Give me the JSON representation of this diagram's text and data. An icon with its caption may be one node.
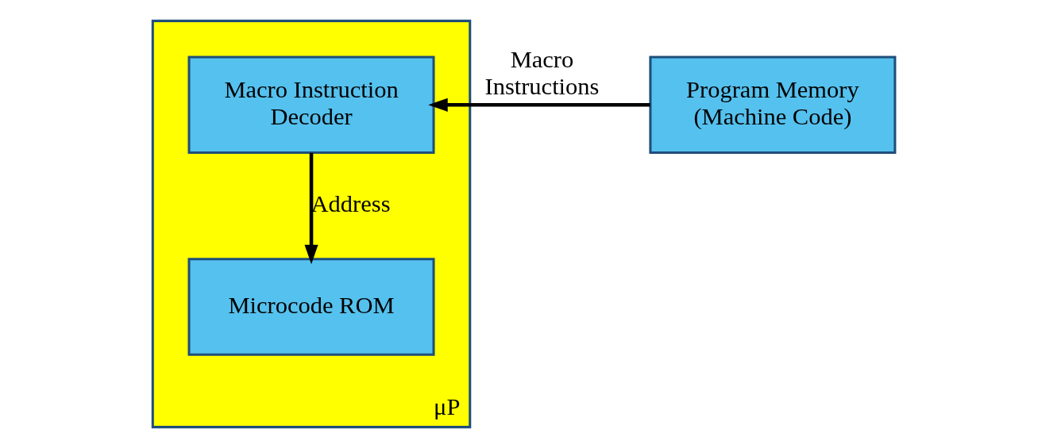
{
  "diagram": {
    "nodes": [
      {
        "text": [
          "μP"
        ]
      },
      {
        "text": [
          "Macro Instruction Decoder"
        ],
        "in": 0
      },
      {
        "text": [
          "Microcode ROM"
        ],
        "in": 0
      },
      {
        "text": [
          "Program Memory (Machine Code)"
        ]
      }
    ],
    "edges": [
      {
        "from": 3,
        "to": 1,
        "arrow": "to",
        "label": "Macro Instructions"
      },
      {
        "from": 1,
        "to": 2,
        "arrow": "to",
        "label": "Address"
      }
    ]
  }
}
